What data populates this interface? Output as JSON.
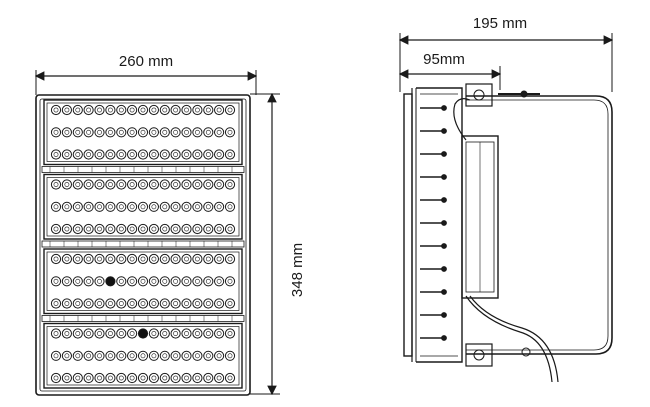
{
  "front_view": {
    "width_label": "260 mm",
    "height_label": "348 mm",
    "module_count": 4,
    "led_rows_per_module": 3,
    "led_cols_per_module": 17
  },
  "side_view": {
    "overall_depth_label": "195 mm",
    "bracket_depth_label": "95mm"
  },
  "colors": {
    "line": "#1a1a1a",
    "led_fill": "#ffffff",
    "led_dark": "#111111"
  }
}
